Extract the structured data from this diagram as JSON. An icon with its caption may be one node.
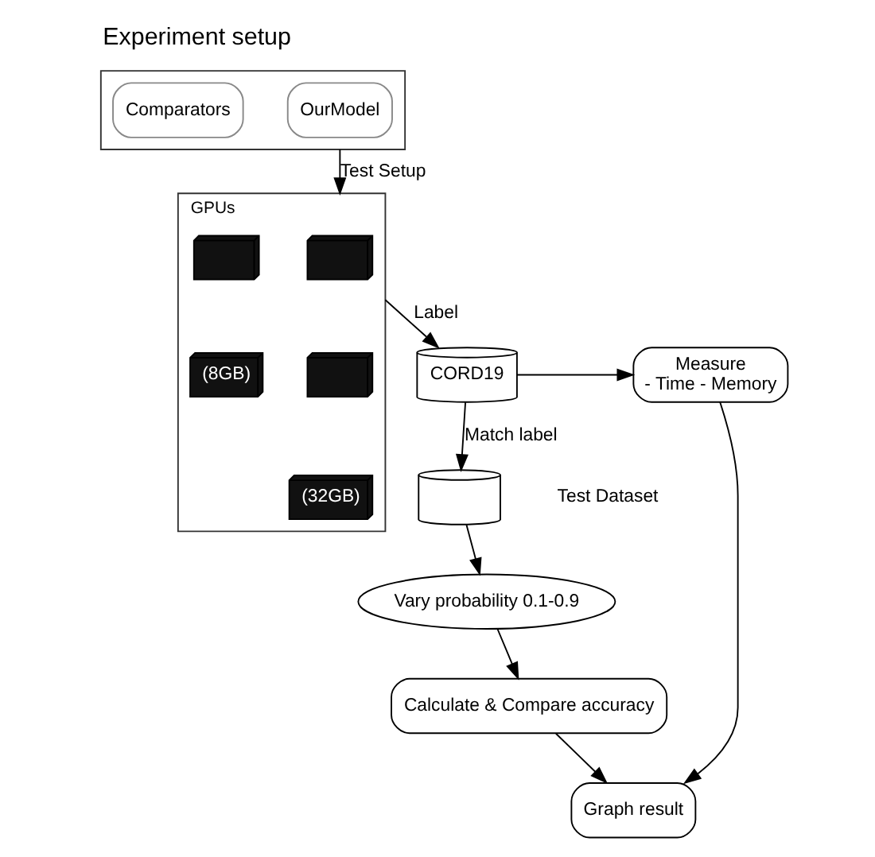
{
  "diagram": {
    "title": "Experiment setup",
    "nodes": [
      {
        "text": [],
        "shape": "box"
      },
      {
        "text": [
          "OurModel"
        ],
        "in": 0
      },
      {
        "text": [
          "Comparators"
        ],
        "in": 0
      },
      {
        "text": [
          "GPUs"
        ]
      },
      {
        "text": [],
        "shape": "picture",
        "in": 3
      },
      {
        "text": [],
        "shape": "picture",
        "in": 3
      },
      {
        "text": [],
        "shape": "picture",
        "in": 3
      },
      {
        "text": [
          "(8GB)"
        ],
        "in": 3
      },
      {
        "text": [
          "(32GB)"
        ],
        "in": 3
      },
      {
        "text": [
          "CORD19"
        ]
      },
      {
        "text": [
          "Measure",
          "- Time - Memory"
        ]
      },
      {
        "text": [],
        "shape": "cylinder",
        "beside": [
          "Test Dataset"
        ]
      },
      {
        "text": [
          "Vary probability 0.1-0.9"
        ]
      },
      {
        "text": [
          "Calculate & Compare accuracy"
        ]
      },
      {
        "text": [
          "Graph result"
        ]
      }
    ],
    "edges": [
      {
        "from": 0,
        "to": 3,
        "arrow": "to",
        "label": "Test Setup"
      },
      {
        "from": 3,
        "to": 9,
        "arrow": "to",
        "label": "Label"
      },
      {
        "from": 9,
        "to": 10,
        "arrow": "to"
      },
      {
        "from": 9,
        "to": 11,
        "arrow": "to",
        "label": "Match label"
      },
      {
        "from": 11,
        "to": 12,
        "arrow": "to"
      },
      {
        "from": 12,
        "to": 13,
        "arrow": "to"
      },
      {
        "from": 13,
        "to": 14,
        "arrow": "to"
      },
      {
        "from": 10,
        "to": 14,
        "arrow": "to"
      }
    ]
  }
}
